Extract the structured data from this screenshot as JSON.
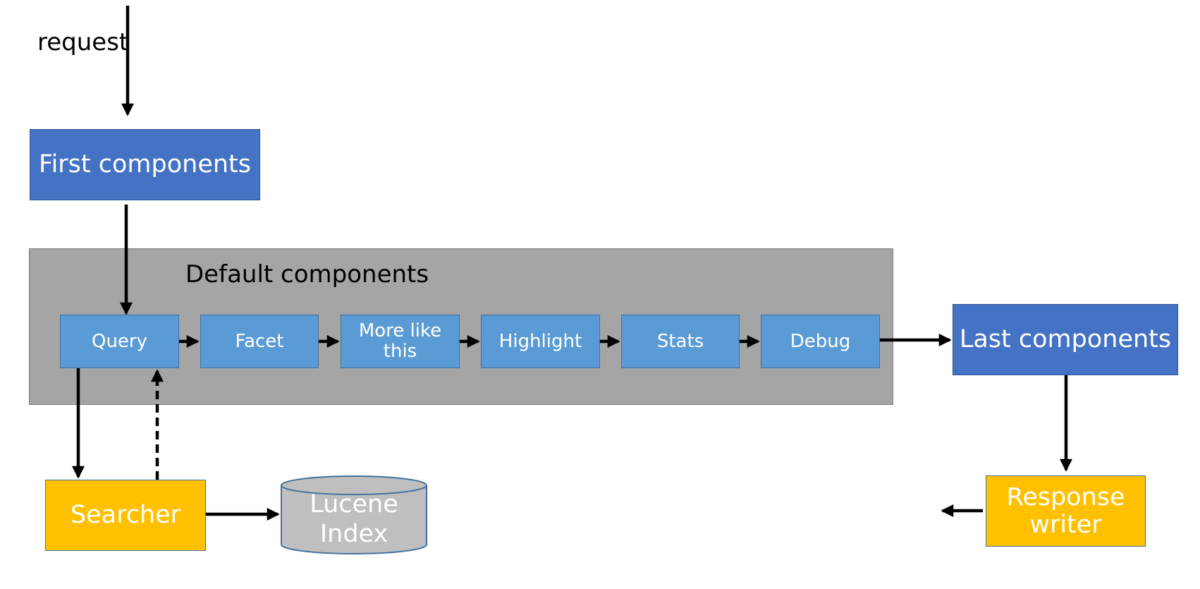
{
  "diagram": {
    "request_label": "request",
    "first_components": "First components",
    "default_components": "Default components",
    "pipeline": {
      "query": "Query",
      "facet": "Facet",
      "more_like_this": "More like this",
      "highlight": "Highlight",
      "stats": "Stats",
      "debug": "Debug"
    },
    "last_components": "Last components",
    "searcher": "Searcher",
    "lucene_index": "Lucene Index",
    "response_writer": "Response writer"
  },
  "colors": {
    "dark_blue": "#4472c4",
    "light_blue": "#5b9bd5",
    "gold": "#ffc000",
    "gray_group": "#a5a5a5",
    "cylinder": "#bfbfbf",
    "arrow": "#000000"
  }
}
